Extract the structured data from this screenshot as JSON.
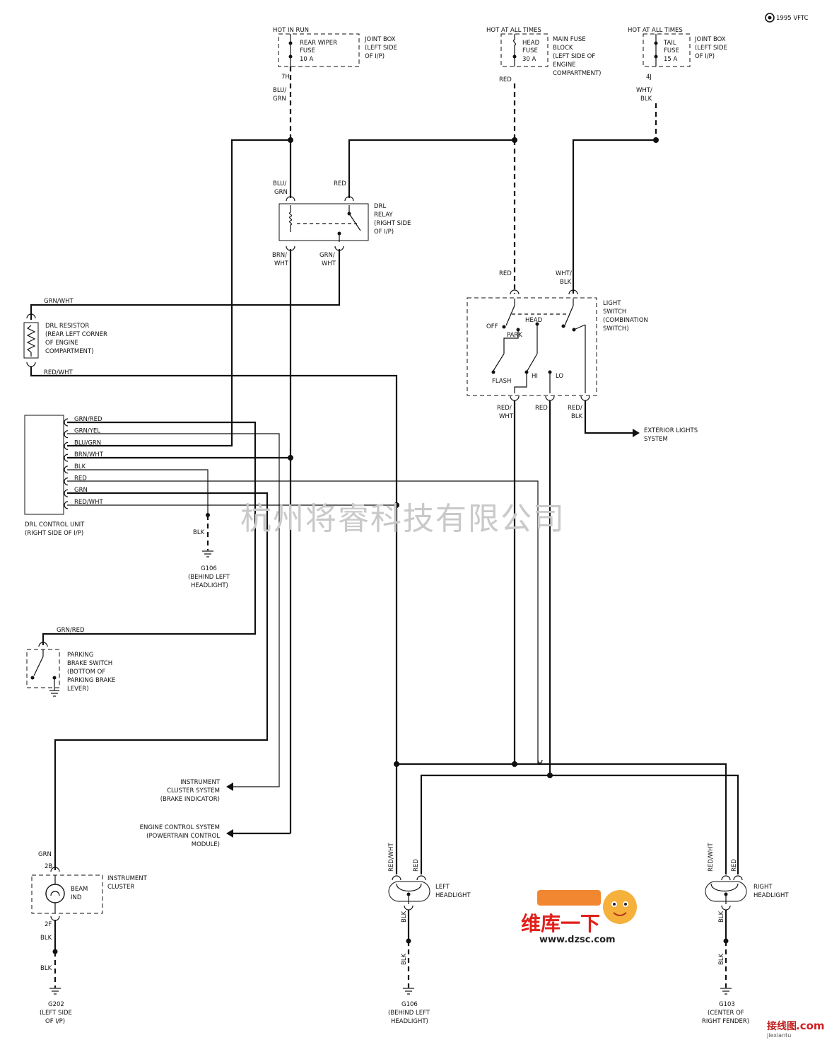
{
  "copyright": "1995 VFTC",
  "fuses": {
    "rear_wiper": {
      "hot": "HOT IN RUN",
      "name1": "REAR WIPER",
      "name2": "FUSE",
      "rating": "10 A",
      "loc1": "JOINT BOX",
      "loc2": "(LEFT SIDE",
      "loc3": "OF I/P)",
      "term": "7H",
      "wire1": "BLU/",
      "wire2": "GRN"
    },
    "head": {
      "hot": "HOT AT ALL TIMES",
      "name1": "HEAD",
      "name2": "FUSE",
      "rating": "30 A",
      "loc1": "MAIN FUSE",
      "loc2": "BLOCK",
      "loc3": "(LEFT SIDE OF",
      "loc4": "ENGINE",
      "loc5": "COMPARTMENT)",
      "wire": "RED"
    },
    "tail": {
      "hot": "HOT AT ALL TIMES",
      "name1": "TAIL",
      "name2": "FUSE",
      "rating": "15 A",
      "loc1": "JOINT BOX",
      "loc2": "(LEFT SIDE",
      "loc3": "OF I/P)",
      "term": "4J",
      "wire1": "WHT/",
      "wire2": "BLK"
    }
  },
  "drl_relay": {
    "name1": "DRL",
    "name2": "RELAY",
    "name3": "(RIGHT SIDE",
    "name4": "OF I/P)",
    "in1_a": "BLU/",
    "in1_b": "GRN",
    "in2": "RED",
    "out1_a": "BRN/",
    "out1_b": "WHT",
    "out2_a": "GRN/",
    "out2_b": "WHT"
  },
  "drl_resistor": {
    "wire_top": "GRN/WHT",
    "l1": "DRL RESISTOR",
    "l2": "(REAR LEFT CORNER",
    "l3": "OF ENGINE",
    "l4": "COMPARTMENT)",
    "wire_bottom": "RED/WHT"
  },
  "light_switch": {
    "in1": "RED",
    "in2_a": "WHT/",
    "in2_b": "BLK",
    "l1": "LIGHT",
    "l2": "SWITCH",
    "l3": "(COMBINATION",
    "l4": "SWITCH)",
    "off": "OFF",
    "park": "PARK",
    "head": "HEAD",
    "flash": "FLASH",
    "hi": "HI",
    "lo": "LO",
    "out1_a": "RED/",
    "out1_b": "WHT",
    "out2": "RED",
    "out3_a": "RED/",
    "out3_b": "BLK"
  },
  "exterior": {
    "l1": "EXTERIOR LIGHTS",
    "l2": "SYSTEM"
  },
  "drl_unit": {
    "pins": [
      "GRN/RED",
      "GRN/YEL",
      "BLU/GRN",
      "BRN/WHT",
      "BLK",
      "RED",
      "GRN",
      "RED/WHT"
    ],
    "l1": "DRL CONTROL UNIT",
    "l2": "(RIGHT SIDE OF I/P)"
  },
  "ground_g106_top": {
    "wire": "BLK",
    "l1": "G106",
    "l2": "(BEHIND LEFT",
    "l3": "HEADLIGHT)"
  },
  "parking_brake": {
    "wire": "GRN/RED",
    "l1": "PARKING",
    "l2": "BRAKE SWITCH",
    "l3": "(BOTTOM OF",
    "l4": "PARKING BRAKE",
    "l5": "LEVER)"
  },
  "instr_cluster_sys": {
    "l1": "INSTRUMENT",
    "l2": "CLUSTER SYSTEM",
    "l3": "(BRAKE INDICATOR)"
  },
  "engine_ctrl_sys": {
    "l1": "ENGINE CONTROL SYSTEM",
    "l2": "(POWERTRAIN CONTROL",
    "l3": "MODULE)"
  },
  "instrument_cluster": {
    "wire": "GRN",
    "term_in": "2B",
    "ind1": "BEAM",
    "ind2": "IND",
    "l1": "INSTRUMENT",
    "l2": "CLUSTER",
    "term_out": "2F",
    "wire_out1": "BLK",
    "wire_out2": "BLK",
    "g1": "G202",
    "g2": "(LEFT SIDE",
    "g3": "OF I/P)"
  },
  "left_headlight": {
    "w1": "RED/WHT",
    "w2": "RED",
    "l1": "LEFT",
    "l2": "HEADLIGHT",
    "wb1": "BLK",
    "wb2": "BLK",
    "g1": "G106",
    "g2": "(BEHIND LEFT",
    "g3": "HEADLIGHT)"
  },
  "right_headlight": {
    "w1": "RED/WHT",
    "w2": "RED",
    "l1": "RIGHT",
    "l2": "HEADLIGHT",
    "wb1": "BLK",
    "wb2": "BLK",
    "g1": "G103",
    "g2": "(CENTER OF",
    "g3": "RIGHT FENDER)"
  },
  "watermark": "杭州将睿科技有限公司",
  "logo": {
    "line1": "维库一下",
    "url": "www.dzsc.com",
    "corner1": "接线图",
    "corner2": ".com",
    "corner3": "jiexiantu"
  }
}
